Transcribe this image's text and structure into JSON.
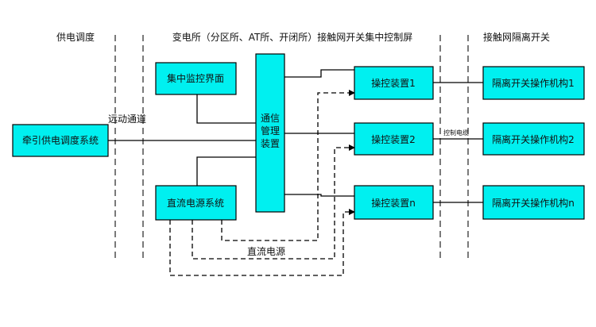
{
  "sections": {
    "dispatch": "供电调度",
    "substation": "变电所（分区所、AT所、开闭所）接触网开关集中控制屏",
    "switches": "接触网隔离开关"
  },
  "channel_label": "远动通道",
  "control_cable_label": "控制电缆",
  "dc_power_label": "直流电源",
  "boxes": {
    "dispatch_system": "牵引供电调度系统",
    "monitor_ui": "集中监控界面",
    "comm_device": [
      "通信",
      "管理",
      "装置"
    ],
    "dc_power_system": "直流电源系统",
    "control_units": [
      "操控装置1",
      "操控装置2",
      "操控装置n"
    ],
    "mechanisms": [
      "隔离开关操作机构1",
      "隔离开关操作机构2",
      "隔离开关操作机构n"
    ]
  }
}
